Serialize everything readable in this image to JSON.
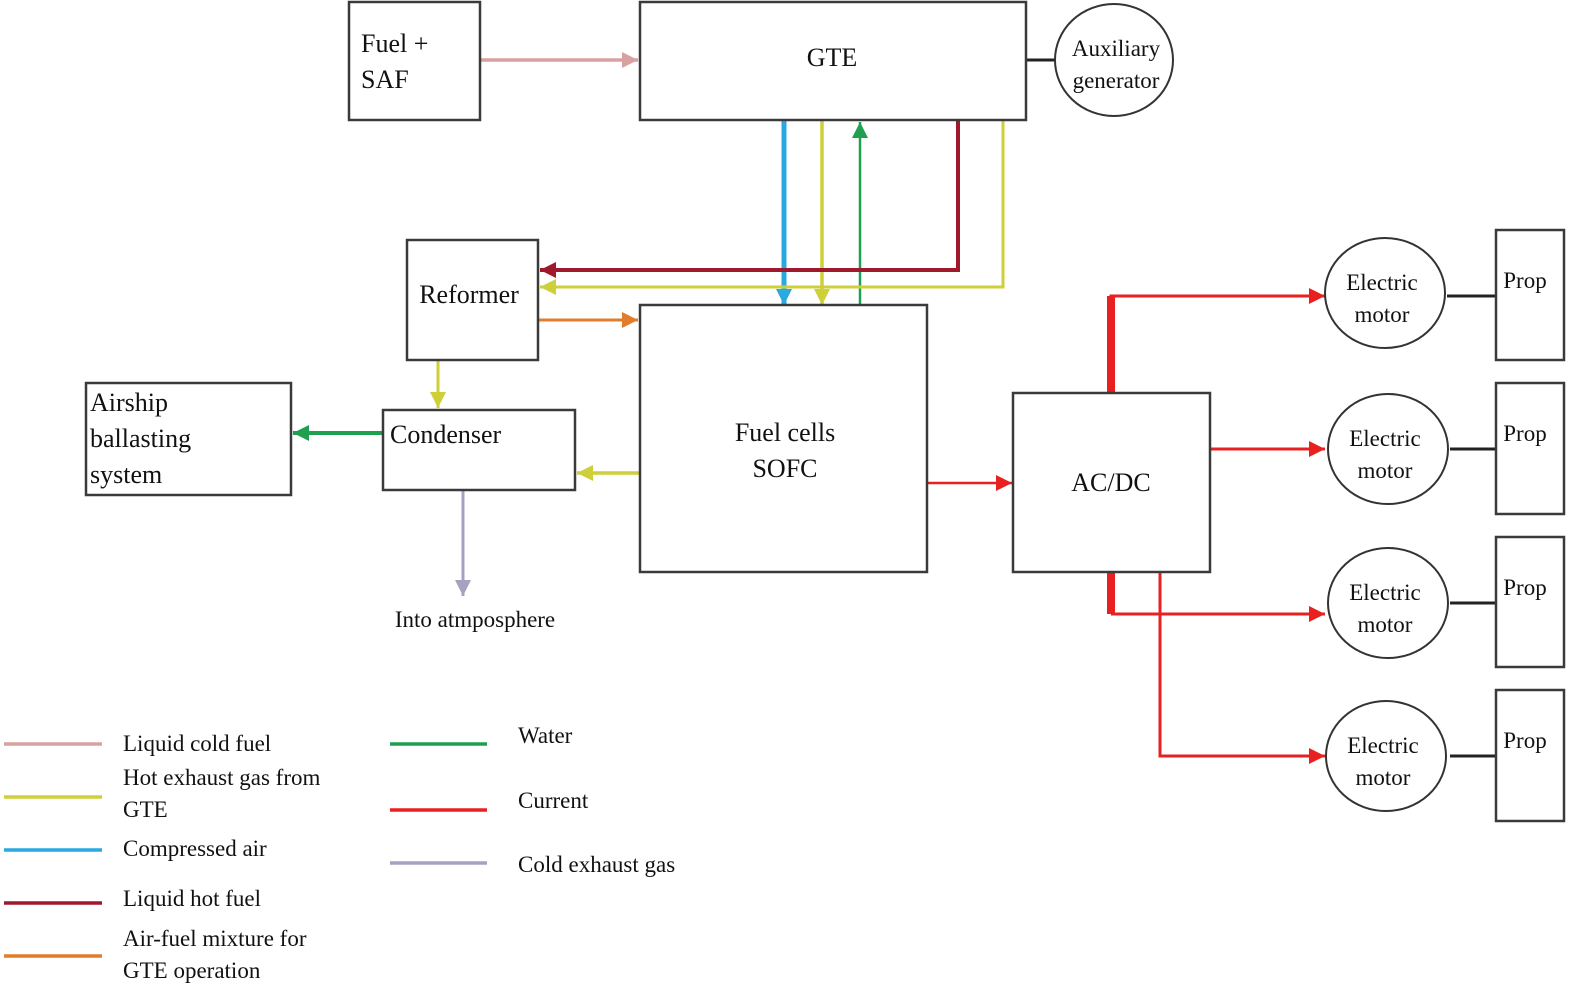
{
  "colors": {
    "liquid_cold_fuel": "#d9a0a0",
    "hot_exhaust_gas": "#cfcf3a",
    "compressed_air": "#29a9e0",
    "liquid_hot_fuel": "#a0182c",
    "air_fuel_mixture": "#e07c2a",
    "water": "#1fa050",
    "current": "#e82020",
    "cold_exhaust_gas": "#a8a0c0",
    "shaft": "#222222"
  },
  "blocks": {
    "fuel_saf": [
      "Fuel +",
      "SAF"
    ],
    "gte": [
      "GTE"
    ],
    "aux_generator": [
      "Auxiliary",
      "generator"
    ],
    "reformer": [
      "Reformer"
    ],
    "fuel_cells": [
      "Fuel cells",
      "SOFC"
    ],
    "condenser": [
      "Condenser"
    ],
    "ballast": [
      "Airship",
      "ballasting",
      "system"
    ],
    "acdc": [
      "AC/DC"
    ],
    "atmosphere": [
      "Into atmposphere"
    ],
    "motors": [
      [
        "Electric",
        "motor"
      ],
      [
        "Electric",
        "motor"
      ],
      [
        "Electric",
        "motor"
      ],
      [
        "Electric",
        "motor"
      ]
    ],
    "props": [
      "Prop",
      "Prop",
      "Prop",
      "Prop"
    ]
  },
  "legend": {
    "left": [
      {
        "key": "liquid_cold_fuel",
        "label": [
          "Liquid cold fuel"
        ]
      },
      {
        "key": "hot_exhaust_gas",
        "label": [
          "Hot exhaust gas from",
          "GTE"
        ]
      },
      {
        "key": "compressed_air",
        "label": [
          "Compressed air"
        ]
      },
      {
        "key": "liquid_hot_fuel",
        "label": [
          "Liquid hot fuel"
        ]
      },
      {
        "key": "air_fuel_mixture",
        "label": [
          "Air-fuel mixture for",
          "GTE operation"
        ]
      }
    ],
    "right": [
      {
        "key": "water",
        "label": [
          "Water"
        ]
      },
      {
        "key": "current",
        "label": [
          "Current"
        ]
      },
      {
        "key": "cold_exhaust_gas",
        "label": [
          "Cold exhaust gas"
        ]
      }
    ]
  }
}
